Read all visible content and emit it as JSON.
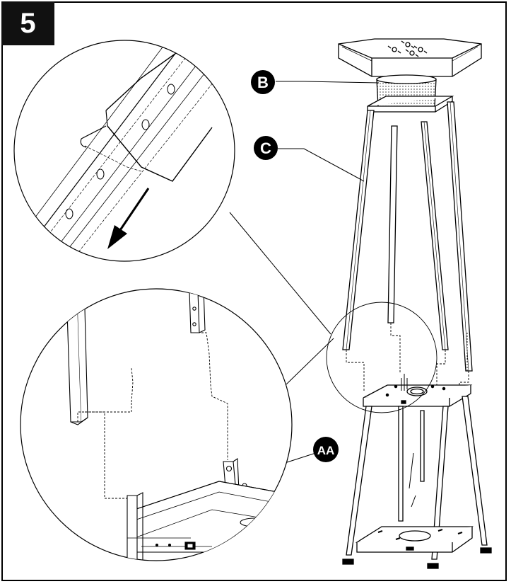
{
  "step": {
    "number": "5"
  },
  "callouts": {
    "B": "B",
    "C": "C",
    "AA": "AA"
  },
  "colors": {
    "ink": "#000000",
    "badge": "#111111",
    "paper": "#ffffff",
    "mesh": "#bdbdbd"
  }
}
